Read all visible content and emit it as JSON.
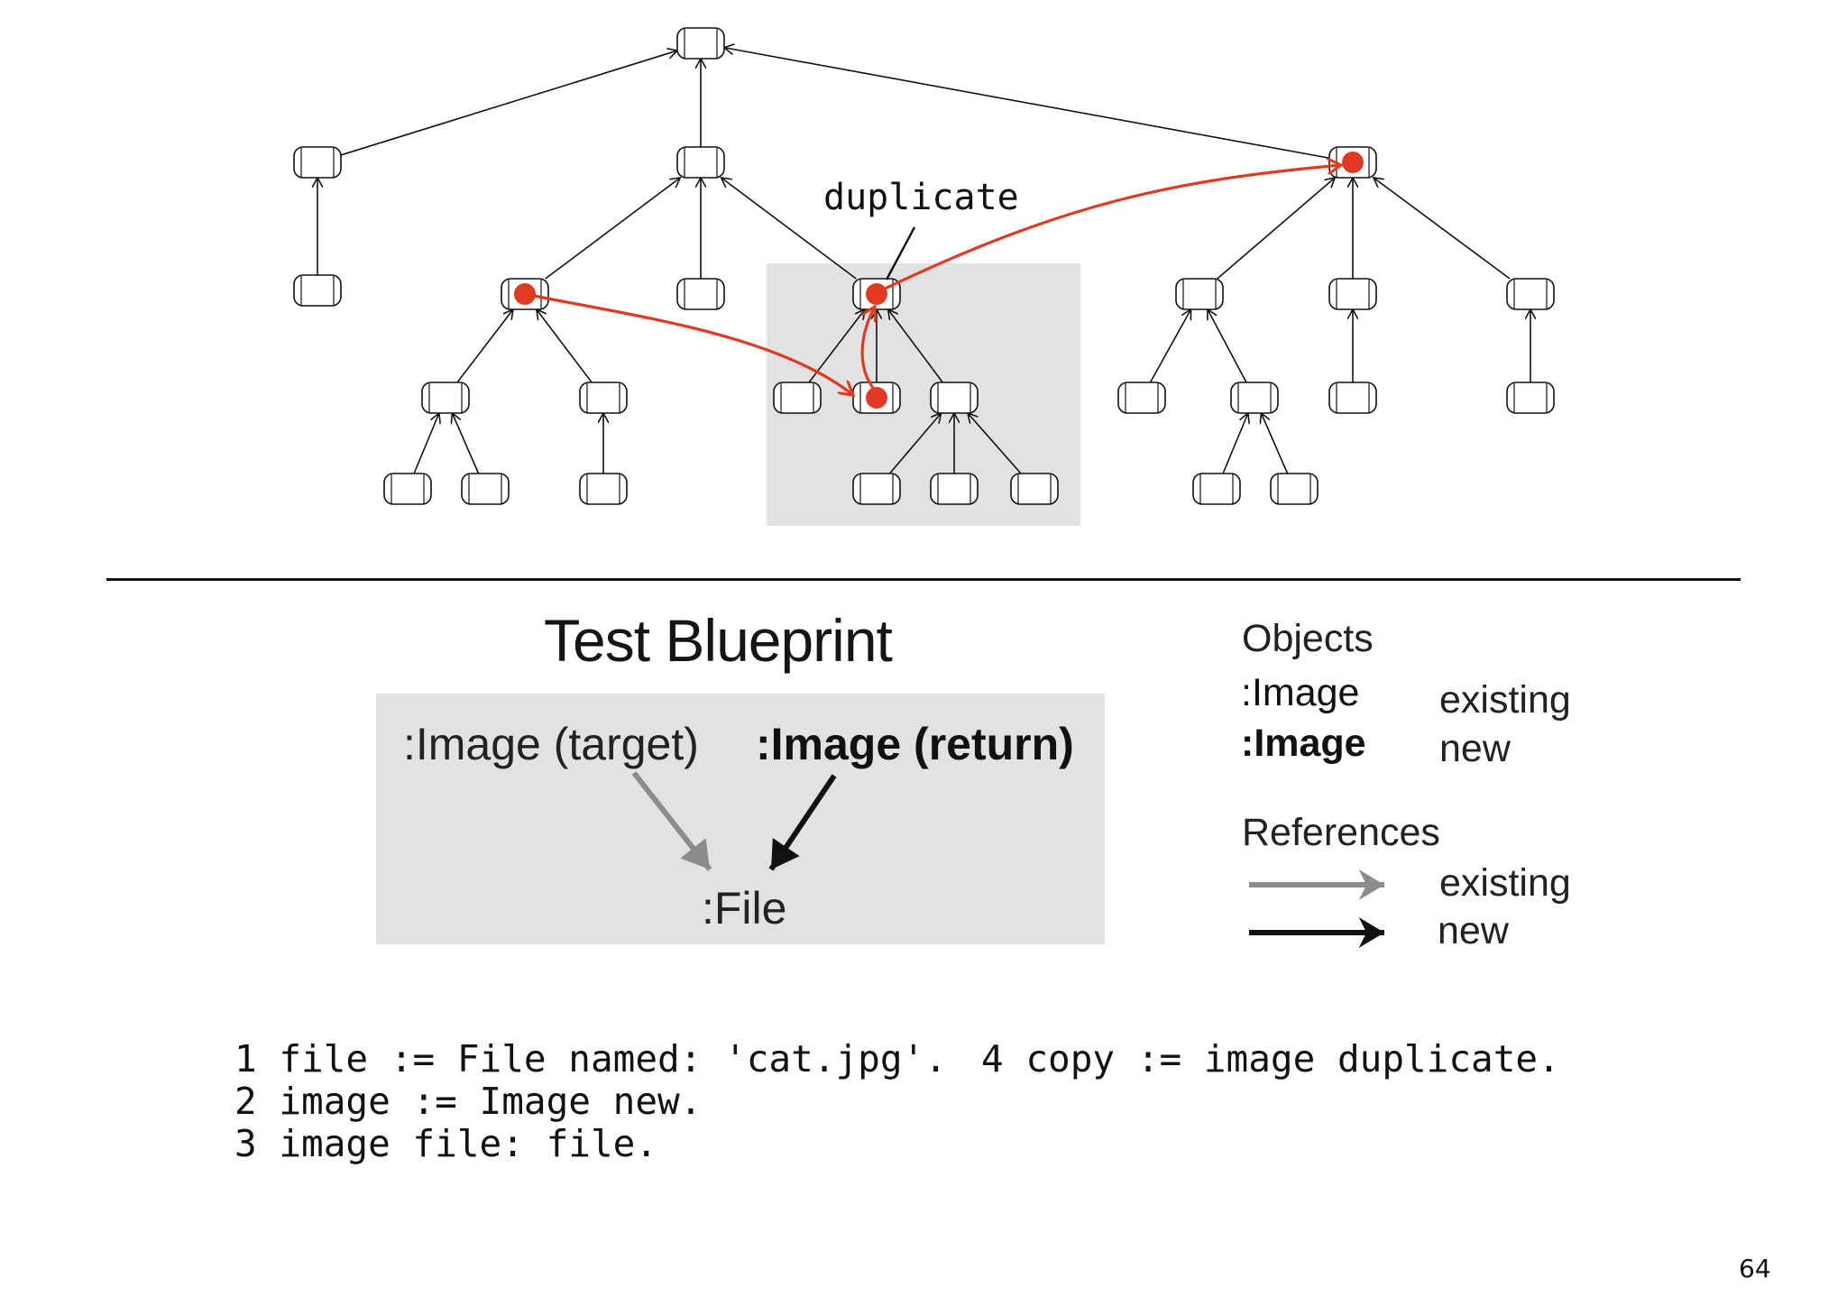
{
  "tree": {
    "annotation": "duplicate",
    "highlight_color": "#e03a22",
    "arrow_color": "#e03a22"
  },
  "blueprint": {
    "title": "Test Blueprint",
    "target_label": ":Image (target)",
    "return_label": ":Image (return)",
    "file_label": ":File",
    "existing_ref_color": "#8c8c8c",
    "new_ref_color": "#111111"
  },
  "legend": {
    "objects_heading": "Objects",
    "objects": [
      {
        "label": ":Image",
        "desc": "existing",
        "bold": false
      },
      {
        "label": ":Image",
        "desc": "new",
        "bold": true
      }
    ],
    "references_heading": "References",
    "references": [
      {
        "desc": "existing",
        "color": "#8c8c8c"
      },
      {
        "desc": "new",
        "color": "#111111"
      }
    ]
  },
  "code": {
    "left_lines": [
      "1 file := File named: 'cat.jpg'.",
      "2 image := Image new.",
      "3 image file: file."
    ],
    "right_lines": [
      "4 copy := image duplicate."
    ]
  },
  "page_number": "64"
}
